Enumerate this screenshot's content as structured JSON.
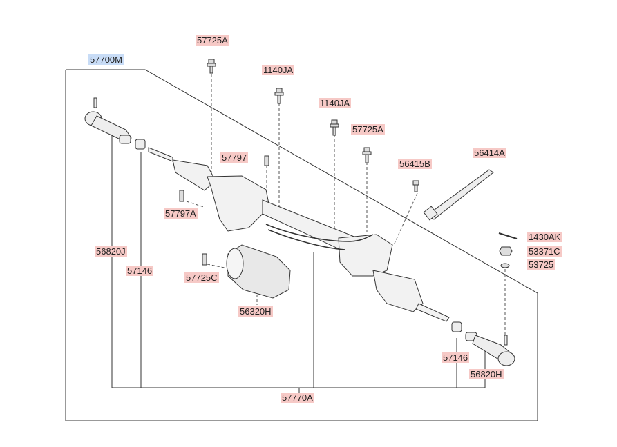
{
  "labels": {
    "assembly": "57700M",
    "bolt_top": "57725A",
    "bolt_1140_a": "1140JA",
    "bolt_1140_b": "1140JA",
    "bolt_mid": "57725A",
    "bolt_57797": "57797",
    "bolt_57797a": "57797A",
    "bolt_56415b": "56415B",
    "shaft_56414a": "56414A",
    "pin_1430ak": "1430AK",
    "nut_53371c": "53371C",
    "washer_53725": "53725",
    "tie_rod_end_left": "56820J",
    "nut_left": "57146",
    "bolt_57725c": "57725C",
    "motor_56320h": "56320H",
    "nut_right": "57146",
    "tie_rod_end_right": "56820H",
    "bellows_kit": "57770A"
  },
  "colors": {
    "label_highlight": "#f6c9c6",
    "assembly_highlight": "#c8dcf6",
    "line": "#333333"
  }
}
